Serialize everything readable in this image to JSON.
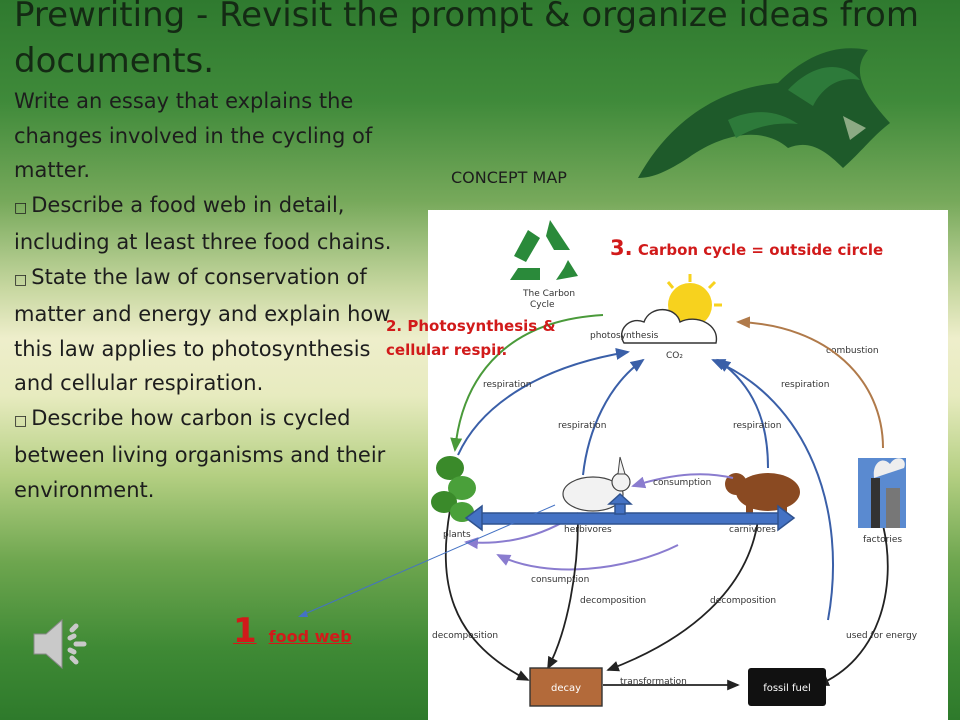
{
  "slide": {
    "title": "Prewriting - Revisit the prompt & organize ideas from documents.",
    "prompt_paragraphs": [
      "Write an essay that explains the changes involved in the cycling of matter.",
      "Describe a food web in detail, including at least three food chains.",
      "State the law of conservation of matter and energy and explain how this law applies to photosynthesis and cellular respiration.",
      "Describe how carbon is cycled between living organisms and their environment."
    ],
    "bullet_glyph": "□",
    "concept_map_label": "CONCEPT MAP"
  },
  "diagram": {
    "title_line1": "The Carbon",
    "title_line2": "Cycle",
    "labels": {
      "photosynthesis": "photosynthesis",
      "co2": "CO₂",
      "combustion": "combustion",
      "respiration": "respiration",
      "consumption": "consumption",
      "herbivores": "herbivores",
      "carnivores": "carnivores",
      "plants": "plants",
      "factories": "factories",
      "decomposition": "decomposition",
      "used_for_energy": "used for energy",
      "decay": "decay",
      "transformation": "transformation",
      "fossil_fuel": "fossil fuel"
    }
  },
  "annotations": {
    "note3_num": "3.",
    "note3_text": "Carbon cycle = outside circle",
    "note2_num": "2.",
    "note2_text": "Photosynthesis & cellular respir.",
    "note1_num": "1",
    "note1_text": "food web"
  },
  "colors": {
    "accent_red": "#d11a1a",
    "title_text": "#142a14",
    "logo_green": "#1e5a2a",
    "arrow_blue": "#3a5fa8",
    "arrow_purple": "#8a7ccf",
    "arrow_brown": "#b07a4a",
    "arrow_green": "#4a9a3a"
  },
  "icons": {
    "logo": "ram-mascot-icon",
    "speaker": "speaker-icon",
    "recycle": "recycle-icon",
    "sun_cloud": "sun-cloud-icon",
    "rabbit": "rabbit-icon",
    "bear": "bear-icon",
    "plant": "plant-icon",
    "factory": "factory-icon"
  }
}
